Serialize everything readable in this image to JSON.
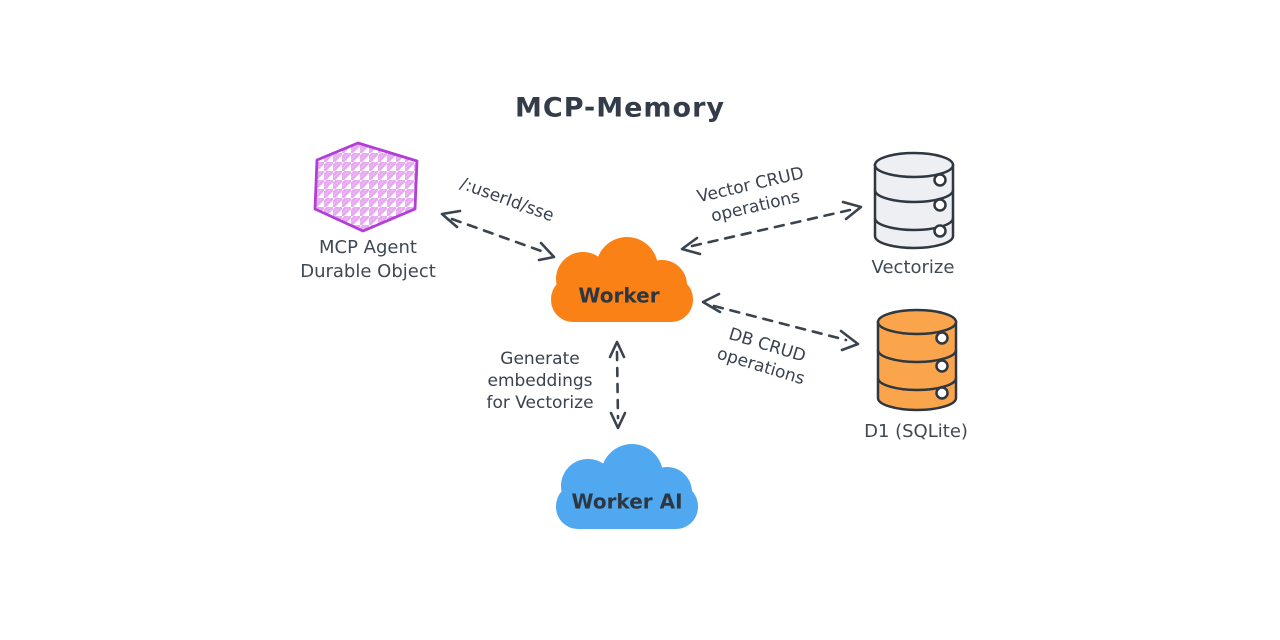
{
  "title": "MCP-Memory",
  "colors": {
    "ink": "#39424E",
    "worker_cloud": "#F98116",
    "worker_ai_cloud": "#4FA8F0",
    "agent_stroke": "#B13FD6",
    "agent_hatch": "#E7A9F0",
    "vectorize_fill": "#EDEFF2",
    "d1_fill": "#FAA44C",
    "db_stroke": "#2F3740"
  },
  "nodes": {
    "mcp_agent": {
      "lines": [
        "MCP Agent",
        "Durable Object"
      ]
    },
    "worker": {
      "label": "Worker"
    },
    "worker_ai": {
      "label": "Worker AI"
    },
    "vectorize": {
      "label": "Vectorize"
    },
    "d1": {
      "label": "D1 (SQLite)"
    }
  },
  "edges": {
    "agent_worker": {
      "label": "/:userId/sse"
    },
    "worker_vectorize": {
      "lines": [
        "Vector CRUD",
        "operations"
      ]
    },
    "worker_d1": {
      "lines": [
        "DB CRUD",
        "operations"
      ]
    },
    "worker_worker_ai": {
      "lines": [
        "Generate",
        "embeddings",
        "for Vectorize"
      ]
    }
  }
}
